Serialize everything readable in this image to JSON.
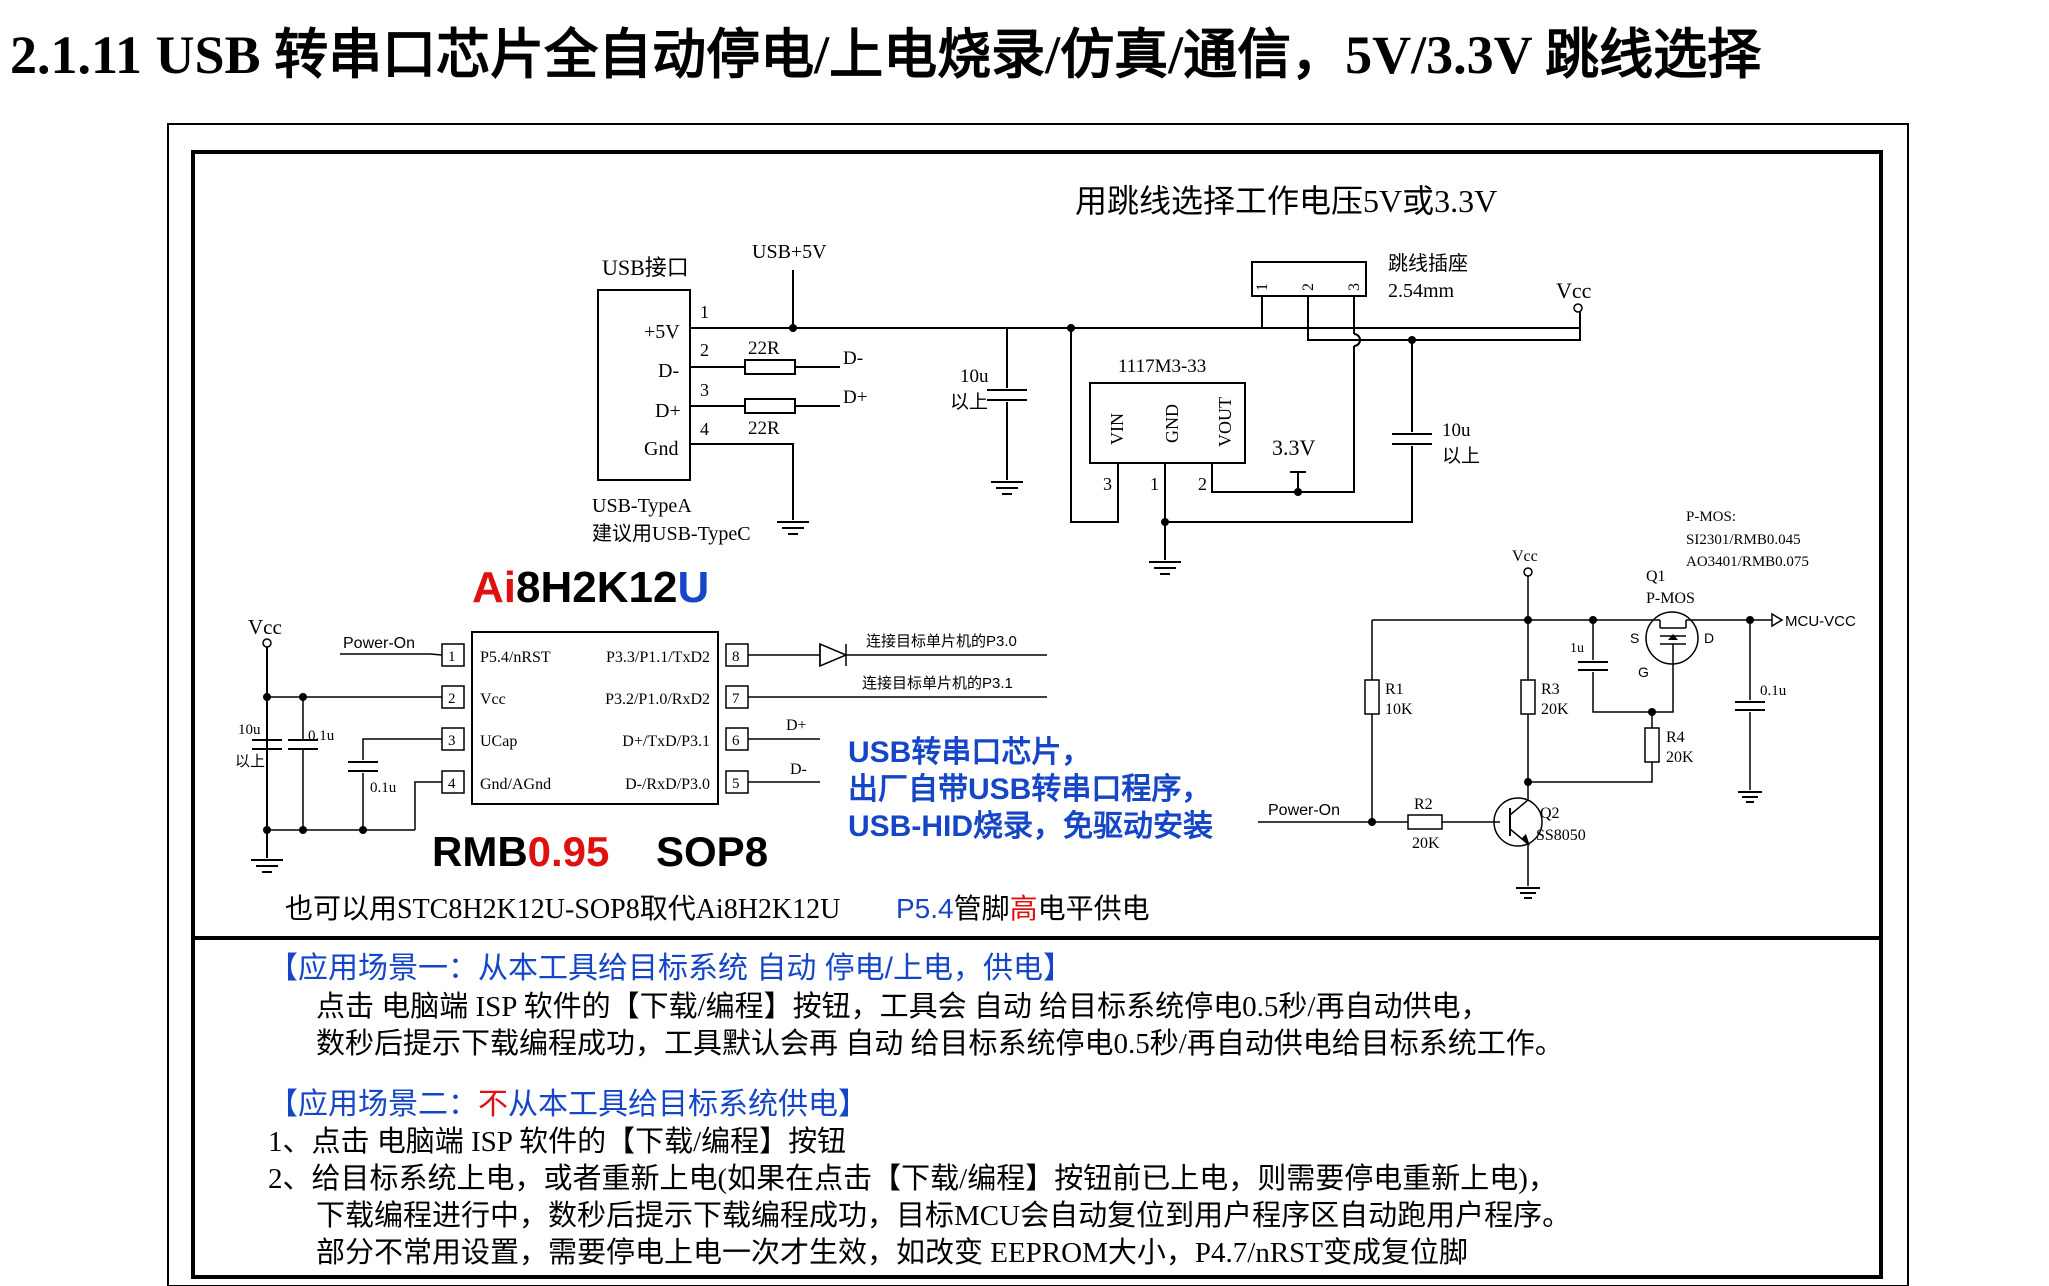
{
  "heading": "2.1.11    USB 转串口芯片全自动停电/上电烧录/仿真/通信，5V/3.3V 跳线选择",
  "colors": {
    "blue": "#1646c8",
    "red": "#e01010",
    "line": "#000000"
  },
  "usb": {
    "title": "USB接口",
    "pins": [
      "+5V",
      "D-",
      "D+",
      "Gnd"
    ],
    "pin_numbers": [
      "1",
      "2",
      "3",
      "4"
    ],
    "type_line1": "USB-TypeA",
    "type_line2": "建议用USB-TypeC",
    "rail_label": "USB+5V",
    "res1": "22R",
    "res2": "22R",
    "dm_label": "D-",
    "dp_label": "D+",
    "cap_value": "10u",
    "cap_note": "以上"
  },
  "jumper": {
    "caption": "用跳线选择工作电压5V或3.3V",
    "name": "跳线插座",
    "pitch": "2.54mm",
    "pins": [
      "1",
      "2",
      "3"
    ],
    "vcc": "Vcc"
  },
  "regulator": {
    "part": "1117M3-33",
    "pins": [
      "VIN",
      "GND",
      "VOUT"
    ],
    "pin_numbers": [
      "3",
      "1",
      "2"
    ],
    "v33": "3.3V",
    "cap_value": "10u",
    "cap_note": "以上"
  },
  "mcu": {
    "name_prefix_a": "Ai",
    "name_mid": "8H2K12",
    "name_suffix_u": "U",
    "left_pins": [
      "P5.4/nRST",
      "Vcc",
      "UCap",
      "Gnd/AGnd"
    ],
    "left_nums": [
      "1",
      "2",
      "3",
      "4"
    ],
    "right_pins": [
      "P3.3/P1.1/TxD2",
      "P3.2/P1.0/RxD2",
      "D+/TxD/P3.1",
      "D-/RxD/P3.0"
    ],
    "right_nums": [
      "8",
      "7",
      "6",
      "5"
    ],
    "price_prefix": "RMB",
    "price_value": "0.95",
    "package": "SOP8",
    "vcc": "Vcc",
    "power_on": "Power-On",
    "cap1": "10u",
    "cap1_note": "以上",
    "cap2": "0.1u",
    "cap3": "0.1u",
    "conn_p30": "连接目标单片机的P3.0",
    "conn_p31": "连接目标单片机的P3.1",
    "dp": "D+",
    "dm": "D-"
  },
  "feature": [
    "USB转串口芯片，",
    "出厂自带USB转串口程序，",
    "USB-HID烧录，免驱动安装"
  ],
  "alt_note": "也可以用STC8H2K12U-SOP8取代Ai8H2K12U",
  "p54_note": {
    "pin": "P5.4",
    "text1": "管脚",
    "high": "高",
    "text2": "电平供电"
  },
  "power_switch": {
    "vcc": "Vcc",
    "pmos_title": "P-MOS:",
    "pmos_opt1": "SI2301/RMB0.045",
    "pmos_opt2": "AO3401/RMB0.075",
    "q1": "Q1",
    "q1_type": "P-MOS",
    "s": "S",
    "d": "D",
    "g": "G",
    "cap_1u": "1u",
    "mcu_vcc": "MCU-VCC",
    "cap_01u": "0.1u",
    "r1": "R1",
    "r1v": "10K",
    "r3": "R3",
    "r3v": "20K",
    "r4": "R4",
    "r4v": "20K",
    "r2": "R2",
    "r2v": "20K",
    "power_on": "Power-On",
    "q2": "Q2",
    "q2_type": "SS8050"
  },
  "scenario1": {
    "title": "【应用场景一：从本工具给目标系统 自动 停电/上电，供电】",
    "line1": "点击 电脑端 ISP 软件的【下载/编程】按钮，工具会 自动 给目标系统停电0.5秒/再自动供电，",
    "line2": "数秒后提示下载编程成功，工具默认会再 自动 给目标系统停电0.5秒/再自动供电给目标系统工作。"
  },
  "scenario2": {
    "title_a": "【应用场景二：",
    "title_red": "不",
    "title_b": "从本工具给目标系统供电】",
    "line1": "1、点击 电脑端 ISP 软件的【下载/编程】按钮",
    "line2": "2、给目标系统上电，或者重新上电(如果在点击【下载/编程】按钮前已上电，则需要停电重新上电)，",
    "line3": "下载编程进行中，数秒后提示下载编程成功，目标MCU会自动复位到用户程序区自动跑用户程序。",
    "line4": "部分不常用设置，需要停电上电一次才生效，如改变 EEPROM大小，P4.7/nRST变成复位脚"
  }
}
